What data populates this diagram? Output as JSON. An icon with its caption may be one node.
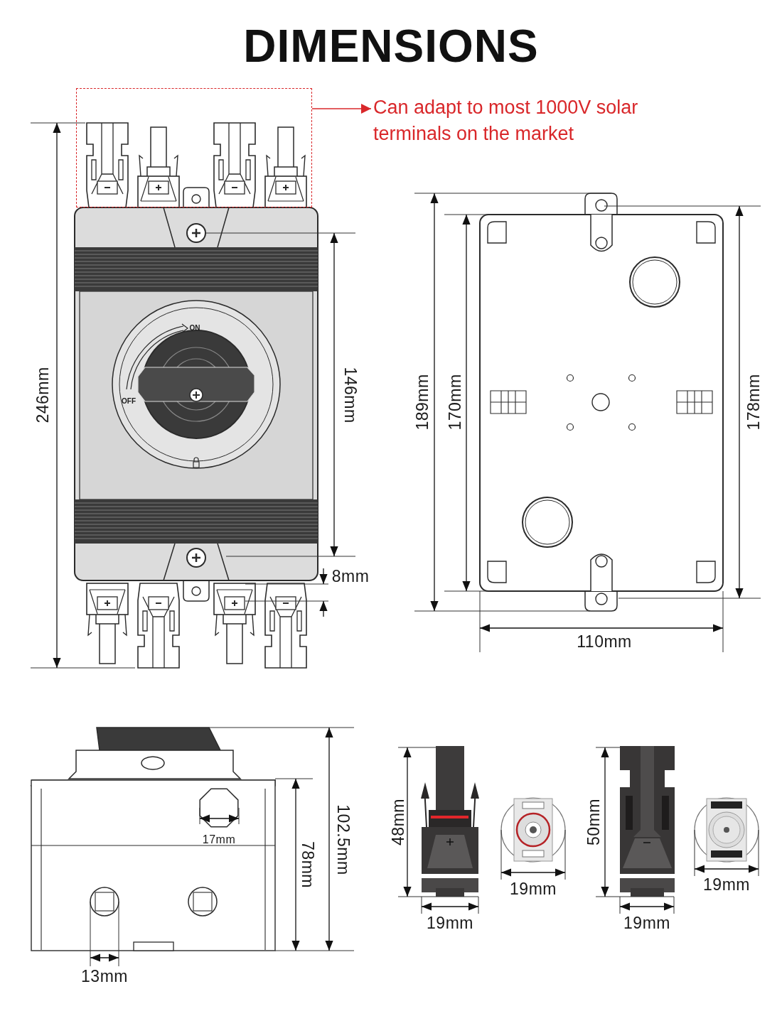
{
  "diagram": {
    "title": "DIMENSIONS",
    "nodes": [
      {
        "text": [],
        "shape": "box"
      },
      {
        "text": [
          "Can adapt to most 1000V solar terminals on the market"
        ]
      }
    ],
    "edges": [
      {
        "from": 0,
        "to": 1,
        "arrow": "to"
      }
    ],
    "labels": [
      "246mm",
      "ON",
      "OFF",
      "146mm",
      "189mm",
      "170mm",
      "178mm",
      "8mm",
      "110mm",
      "102.5mm",
      "78mm",
      "17mm",
      "13mm",
      "48mm",
      "19mm",
      "19mm",
      "50mm",
      "19mm",
      "19mm"
    ]
  }
}
